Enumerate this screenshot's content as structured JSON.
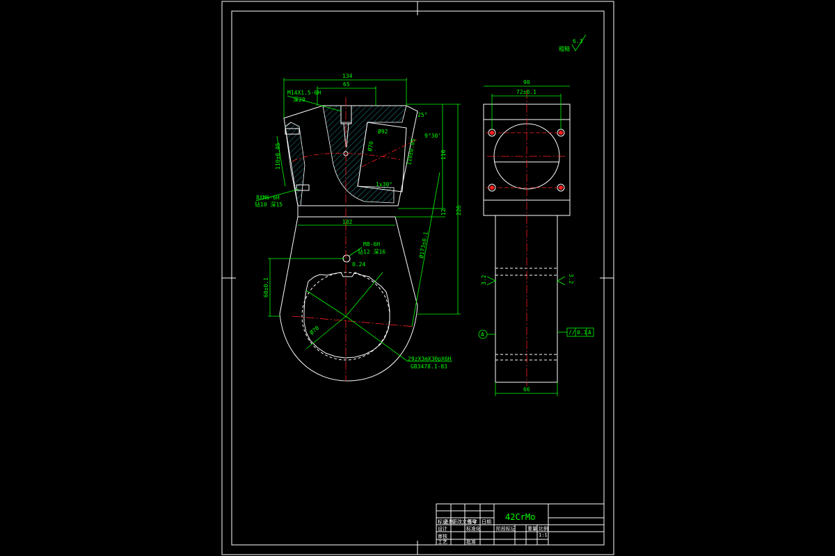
{
  "surface_note": "粗糙",
  "surface_value": "6.3",
  "front": {
    "dim_134": "134",
    "dim_65": "65",
    "thread_m14": "M14X1.5-6H",
    "thread_m14_depth": "深20",
    "angle_25": "25°",
    "angle_9_30": "9°30'",
    "dim_110": "110",
    "dim_226": "226",
    "dim_12": "12",
    "dim_102": "102",
    "thread_m8": "M8-6H",
    "thread_m8_depth": "钻12 深16",
    "dim_024": "0.24",
    "dim_60": "60±0.1",
    "dim_70": "Ø70",
    "dim_173": "Ø173±0.1",
    "thread_8m6": "8XM6-6H",
    "thread_8m6_depth": "钻10 深15",
    "dim_chamfer": "1x30°",
    "dim_phi70_inner": "Ø70",
    "dim_phi92": "Ø92",
    "dim_110_small": "110±0.05",
    "spline_spec": "29zX3mX30pX6H",
    "spline_std": "GB3478.1-83"
  },
  "side": {
    "dim_90": "90",
    "dim_72": "72±0.1",
    "dim_66": "66",
    "rough_left": "3.2",
    "rough_right": "3.2",
    "datum": "A",
    "tol_symbol": "//",
    "tol_value": "0.1",
    "tol_datum": "A"
  },
  "title_block": {
    "material": "42CrMo",
    "labels": [
      "标记",
      "处数",
      "更改文件号",
      "签字",
      "日期",
      "设计",
      "标准化",
      "阶段标记",
      "重量",
      "比例",
      "审核",
      "工艺",
      "批准"
    ],
    "scale": "1:1"
  }
}
